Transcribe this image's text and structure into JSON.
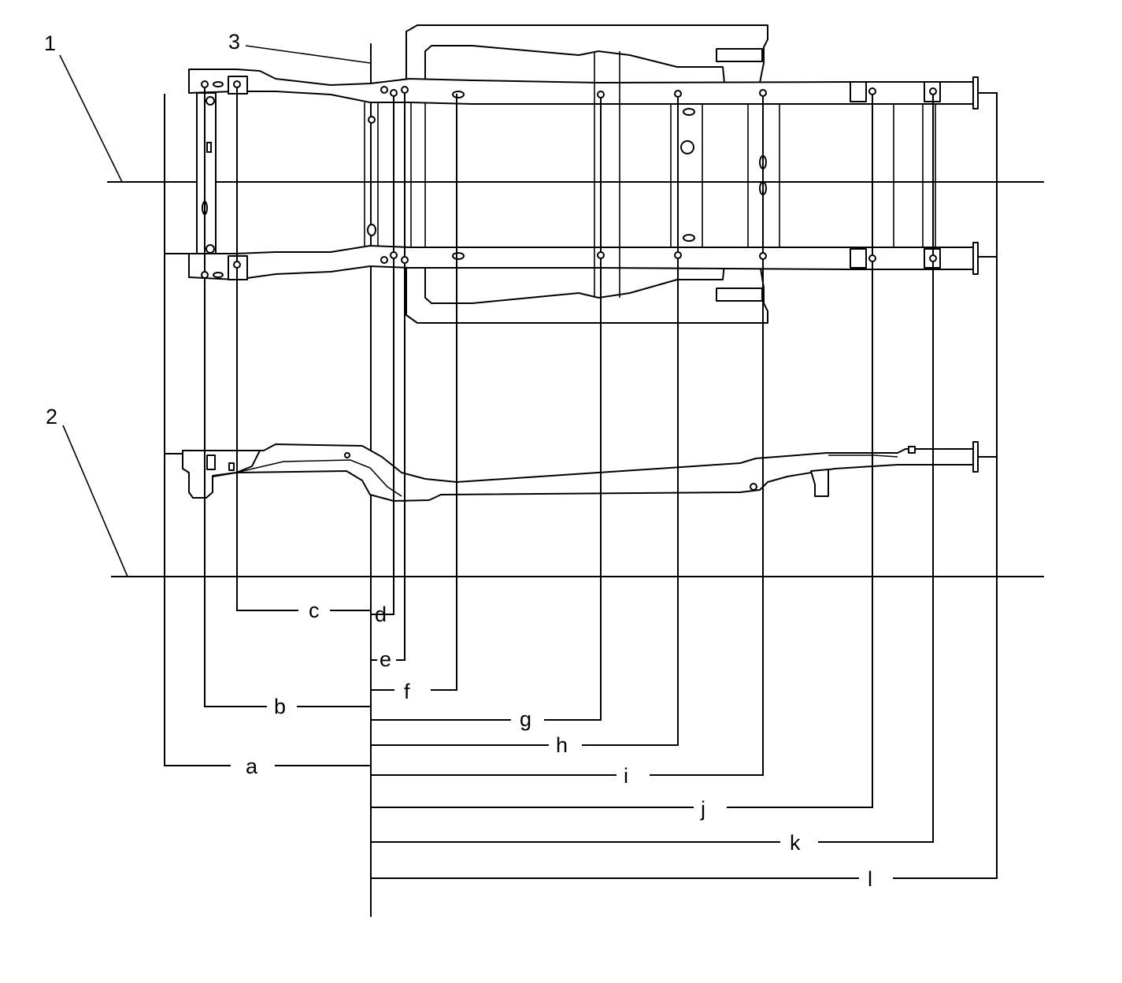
{
  "callouts": [
    {
      "id": "1",
      "text": "1"
    },
    {
      "id": "2",
      "text": "2"
    },
    {
      "id": "3",
      "text": "3"
    }
  ],
  "dimensions": [
    {
      "id": "a",
      "text": "a"
    },
    {
      "id": "b",
      "text": "b"
    },
    {
      "id": "c",
      "text": "c"
    },
    {
      "id": "d",
      "text": "d"
    },
    {
      "id": "e",
      "text": "e"
    },
    {
      "id": "f",
      "text": "f"
    },
    {
      "id": "g",
      "text": "g"
    },
    {
      "id": "h",
      "text": "h"
    },
    {
      "id": "i",
      "text": "i"
    },
    {
      "id": "j",
      "text": "j"
    },
    {
      "id": "k",
      "text": "k"
    },
    {
      "id": "l",
      "text": "l"
    }
  ]
}
